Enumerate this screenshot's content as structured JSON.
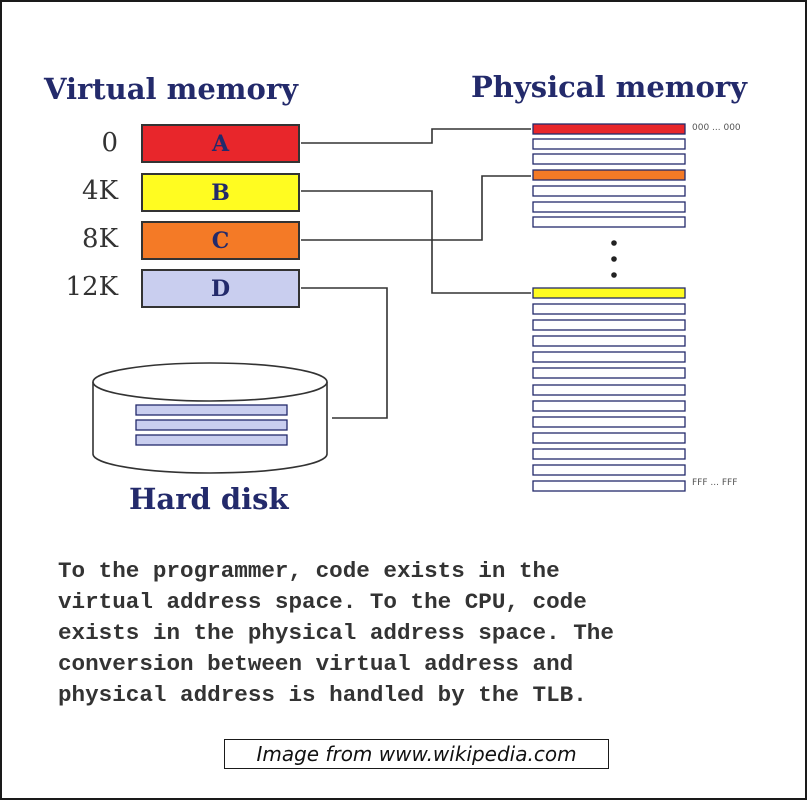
{
  "headings": {
    "virtual": "Virtual memory",
    "physical": "Physical memory",
    "disk": "Hard disk"
  },
  "virtual_blocks": [
    {
      "address": "0",
      "label": "A",
      "color": "#e8262b"
    },
    {
      "address": "4K",
      "label": "B",
      "color": "#fffc21"
    },
    {
      "address": "8K",
      "label": "C",
      "color": "#f47a26"
    },
    {
      "address": "12K",
      "label": "D",
      "color": "#c9ceef"
    }
  ],
  "physical": {
    "start_address": "000 ... 000",
    "end_address": "FFF ... FFF",
    "frame_color": "#c9ceef",
    "frame_border": "#232a6b"
  },
  "caption": "To the programmer, code exists in the\nvirtual address space. To the CPU, code\nexists in the physical address space. The\nconversion between virtual address and\nphysical address is handled by the TLB.",
  "credit": "Image from www.wikipedia.com"
}
